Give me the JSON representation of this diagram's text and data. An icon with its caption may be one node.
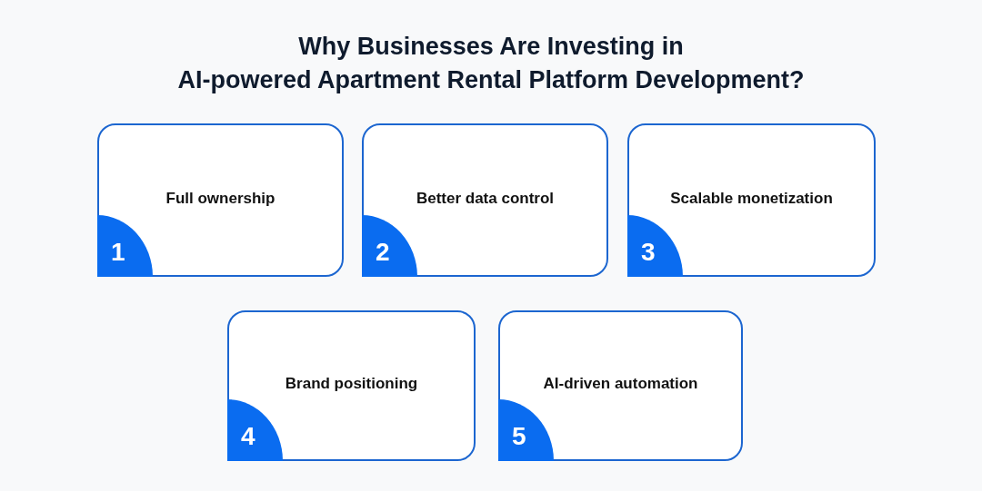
{
  "diagram": {
    "title": "Why Businesses Are Investing in AI-powered Apartment Rental Platform Development?",
    "nodes": [
      {
        "text": [
          "Full ownership"
        ]
      },
      {
        "text": [
          "1"
        ],
        "in": 0
      },
      {
        "text": [
          "Better data control"
        ]
      },
      {
        "text": [
          "2"
        ],
        "in": 2
      },
      {
        "text": [
          "Scalable monetization"
        ]
      },
      {
        "text": [
          "3"
        ],
        "in": 4
      },
      {
        "text": [
          "Brand positioning"
        ]
      },
      {
        "text": [
          "4"
        ],
        "in": 6
      },
      {
        "text": [
          "AI-driven automation"
        ]
      },
      {
        "text": [
          "5"
        ],
        "in": 8
      }
    ]
  }
}
